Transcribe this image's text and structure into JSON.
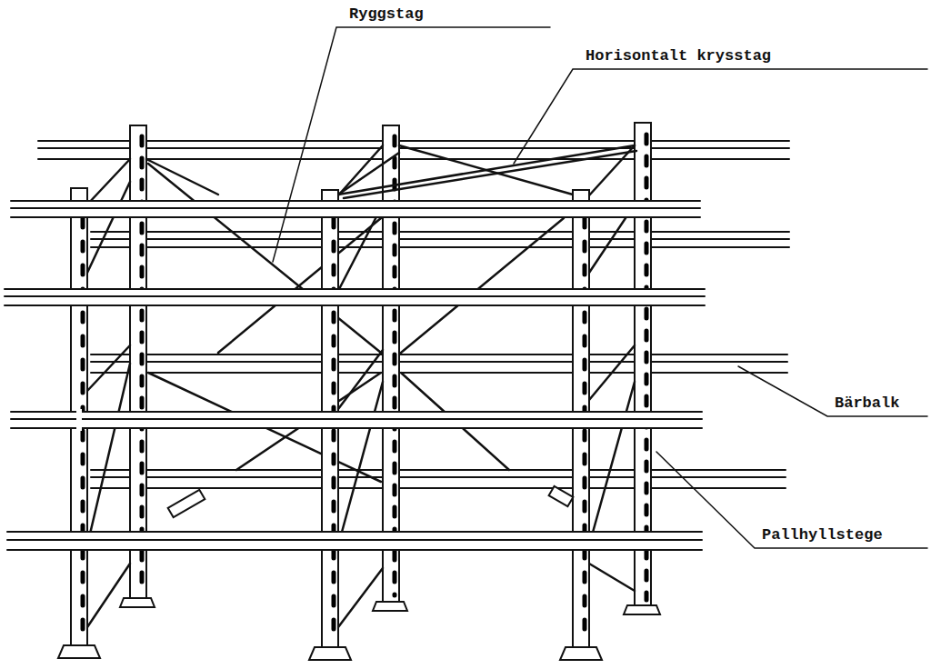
{
  "diagram": {
    "labels": [
      "Ryggstag",
      "Horisontalt krysstag",
      "Bärbalk",
      "Pallhyllstege"
    ]
  }
}
